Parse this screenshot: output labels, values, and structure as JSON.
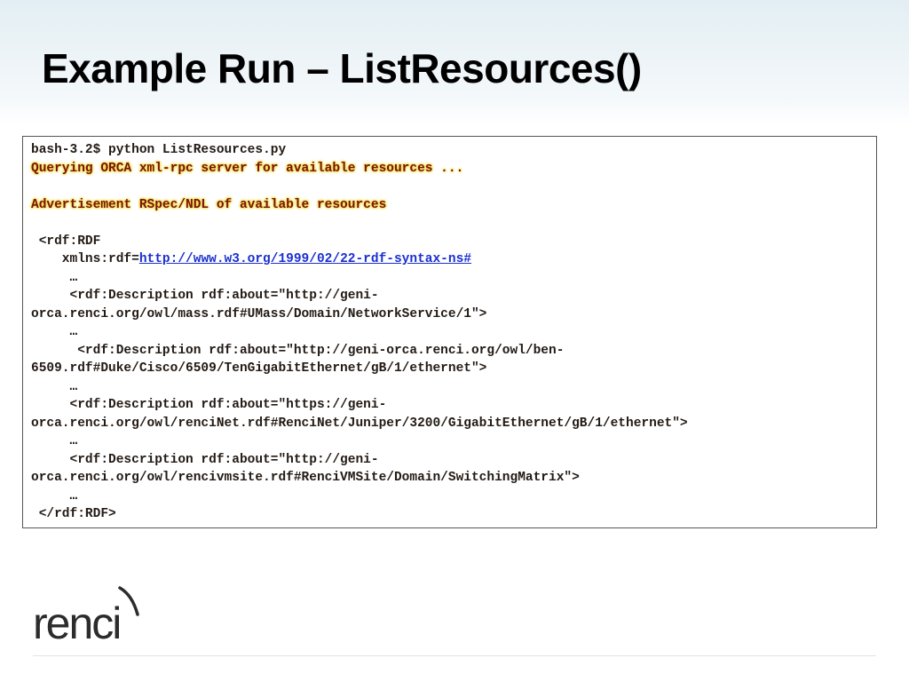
{
  "slide": {
    "title": "Example Run – ListResources()"
  },
  "code": {
    "prompt": "bash-3.2$ python ListResources.py",
    "querying": "Querying ORCA xml-rpc server for available resources ...",
    "advertisement": "Advertisement RSpec/NDL of available resources",
    "rdf_open": " <rdf:RDF",
    "xmlns_prefix": "    xmlns:rdf=",
    "xmlns_url": "http://www.w3.org/1999/02/22-rdf-syntax-ns#",
    "ellipsis": "     …",
    "desc1_a": "     <rdf:Description rdf:about=\"http://geni-",
    "desc1_b": "orca.renci.org/owl/mass.rdf#UMass/Domain/NetworkService/1\">",
    "desc2_a": "      <rdf:Description rdf:about=\"http://geni-orca.renci.org/owl/ben-",
    "desc2_b": "6509.rdf#Duke/Cisco/6509/TenGigabitEthernet/gB/1/ethernet\">",
    "desc3_a": "     <rdf:Description rdf:about=\"https://geni-",
    "desc3_b": "orca.renci.org/owl/renciNet.rdf#RenciNet/Juniper/3200/GigabitEthernet/gB/1/ethernet\">",
    "desc4_a": "     <rdf:Description rdf:about=\"http://geni-",
    "desc4_b": "orca.renci.org/owl/rencivmsite.rdf#RenciVMSite/Domain/SwitchingMatrix\">",
    "rdf_close": " </rdf:RDF>"
  },
  "logo": {
    "text": "renci",
    "colors": {
      "text": "#2c2c2c",
      "mark": "#2c2c2c"
    }
  },
  "colors": {
    "highlight_text": "#7a1212",
    "highlight_glow": "#f0dc3a",
    "link": "#1a2fd0"
  }
}
